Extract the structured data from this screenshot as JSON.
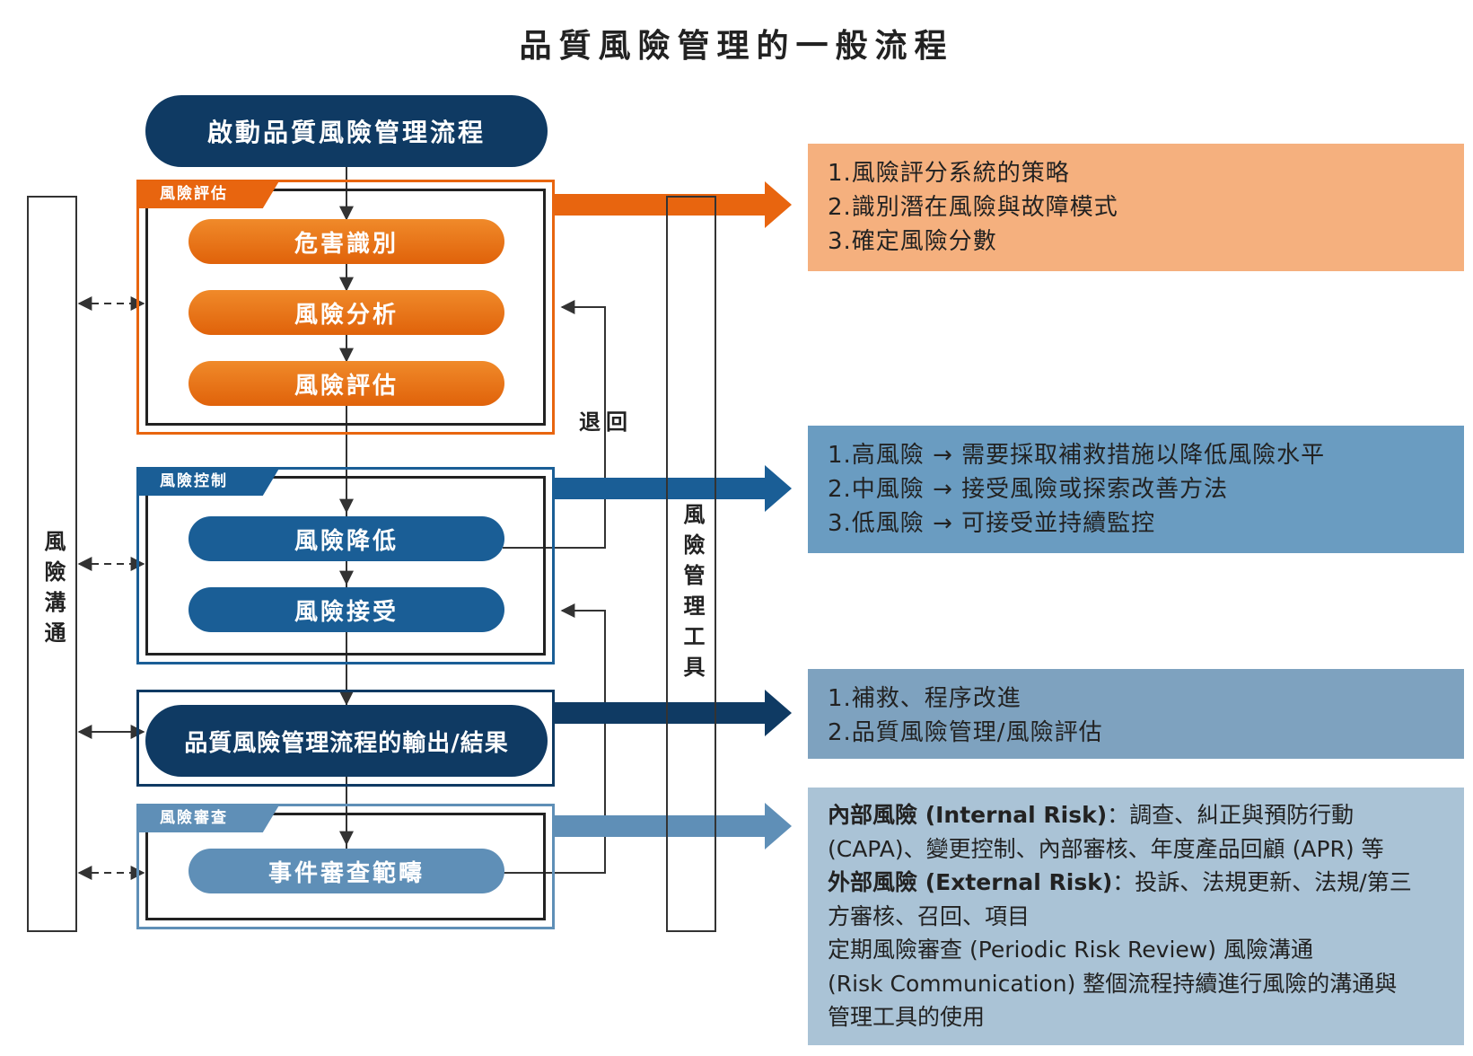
{
  "title": "品質風險管理的一般流程",
  "start": "啟動品質風險管理流程",
  "assessment": {
    "tab": "風險評估",
    "steps": [
      "危害識別",
      "風險分析",
      "風險評估"
    ]
  },
  "control": {
    "tab": "風險控制",
    "steps": [
      "風險降低",
      "風險接受"
    ]
  },
  "output": "品質風險管理流程的輸出/結果",
  "review": {
    "tab": "風險審查",
    "steps": [
      "事件審查範疇"
    ]
  },
  "side_left": "風險溝通",
  "side_tools": "風險管理工具",
  "return_label": "退回",
  "info_assessment": [
    "1.風險評分系統的策略",
    "2.識別潛在風險與故障模式",
    "3.確定風險分數"
  ],
  "info_control": [
    "1.高風險 → 需要採取補救措施以降低風險水平",
    "2.中風險 → 接受風險或探索改善方法",
    "3.低風險 → 可接受並持續監控"
  ],
  "info_output": [
    "1.補救、程序改進",
    "2.品質風險管理/風險評估"
  ],
  "info_review": {
    "internal_label": "內部風險 (Internal Risk)",
    "internal_text": "：調查、糾正與預防行動",
    "internal_cont": "(CAPA)、變更控制、內部審核、年度產品回顧 (APR) 等",
    "external_label": "外部風險 (External Risk)",
    "external_text": "：投訴、法規更新、法規/第三",
    "external_cont": "方審核、召回、項目",
    "periodic_1": "定期風險審查 (Periodic Risk Review) 風險溝通",
    "periodic_2": " (Risk Communication) 整個流程持續進行風險的溝通與",
    "periodic_3": "管理工具的使用"
  },
  "colors": {
    "orange": "#e8650f",
    "blue": "#1a5e96",
    "navy": "#0f3a63",
    "pale_blue": "#5f8fb7"
  }
}
